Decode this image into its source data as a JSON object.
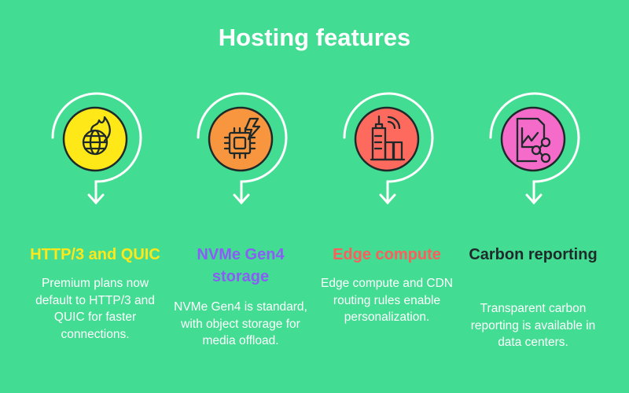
{
  "title": "Hosting features",
  "features": [
    {
      "heading": "HTTP/3 and QUIC",
      "color": "#ffe81a",
      "icon_bg": "#ffe817",
      "icon": "globe-flame-icon",
      "description": "Premium plans now default to HTTP/3 and QUIC for faster connections."
    },
    {
      "heading": "NVMe Gen4 storage",
      "color": "#8b5cf6",
      "icon_bg": "#f7963e",
      "icon": "chip-lightning-icon",
      "description": "NVMe Gen4 is standard, with object storage for media offload."
    },
    {
      "heading": "Edge compute",
      "color": "#ff5c5c",
      "icon_bg": "#ff6a5f",
      "icon": "city-signal-icon",
      "description": "Edge compute and CDN routing rules enable personalization."
    },
    {
      "heading": "Carbon reporting",
      "color": "#1f2a2a",
      "icon_bg": "#f46bc9",
      "icon": "report-share-icon",
      "description": "Transparent carbon reporting is available in data centers."
    }
  ]
}
